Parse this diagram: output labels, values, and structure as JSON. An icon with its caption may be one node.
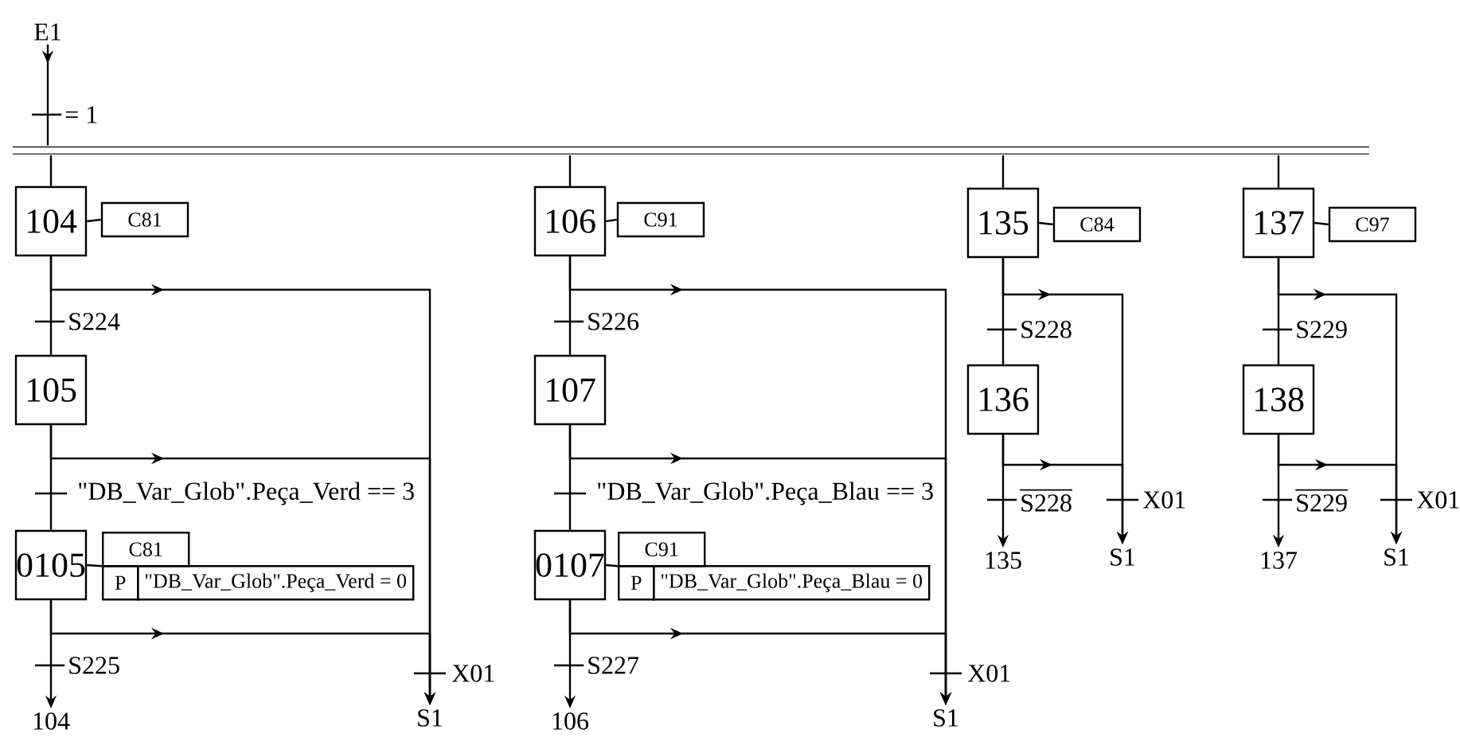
{
  "diagram": {
    "nodes": [
      {
        "text": [
          "E1"
        ]
      },
      {
        "text": [],
        "shape": "bar"
      },
      {
        "text": [
          "104"
        ]
      },
      {
        "text": [
          "C81"
        ]
      },
      {
        "text": [
          "105"
        ]
      },
      {
        "text": [
          "0105"
        ]
      },
      {
        "text": [
          "C81",
          "P",
          "\"DB_Var_Glob\".Peça_Verd = 0"
        ]
      },
      {
        "text": [
          "104"
        ]
      },
      {
        "text": [
          "S1"
        ]
      },
      {
        "text": [
          "106"
        ]
      },
      {
        "text": [
          "C91"
        ]
      },
      {
        "text": [
          "107"
        ]
      },
      {
        "text": [
          "0107"
        ]
      },
      {
        "text": [
          "C91",
          "P",
          "\"DB_Var_Glob\".Peça_Blau = 0"
        ]
      },
      {
        "text": [
          "106"
        ]
      },
      {
        "text": [
          "S1"
        ]
      },
      {
        "text": [
          "135"
        ]
      },
      {
        "text": [
          "C84"
        ]
      },
      {
        "text": [
          "136"
        ]
      },
      {
        "text": [
          "135"
        ]
      },
      {
        "text": [
          "S1"
        ]
      },
      {
        "text": [
          "137"
        ]
      },
      {
        "text": [
          "C97"
        ]
      },
      {
        "text": [
          "138"
        ]
      },
      {
        "text": [
          "137"
        ]
      },
      {
        "text": [
          "S1"
        ]
      }
    ],
    "edges": [
      {
        "from": 0,
        "to": 1,
        "arrow": "to",
        "label": "= 1"
      },
      {
        "from": 1,
        "to": 2,
        "arrow": "none"
      },
      {
        "from": 1,
        "to": 9,
        "arrow": "none"
      },
      {
        "from": 1,
        "to": 16,
        "arrow": "none"
      },
      {
        "from": 1,
        "to": 21,
        "arrow": "none"
      },
      {
        "from": 2,
        "to": 3,
        "arrow": "none"
      },
      {
        "from": 2,
        "to": 4,
        "arrow": "none",
        "label": "S224"
      },
      {
        "from": 4,
        "to": 5,
        "arrow": "none",
        "label": "\"DB_Var_Glob\".Peça_Verd == 3"
      },
      {
        "from": 5,
        "to": 6,
        "arrow": "none"
      },
      {
        "from": 5,
        "to": 7,
        "arrow": "to",
        "label": "S225"
      },
      {
        "from": 2,
        "to": 8,
        "arrow": "to"
      },
      {
        "from": 4,
        "to": 8,
        "arrow": "to"
      },
      {
        "from": 5,
        "to": 8,
        "arrow": "to",
        "label": "X01"
      },
      {
        "from": 9,
        "to": 10,
        "arrow": "none"
      },
      {
        "from": 9,
        "to": 11,
        "arrow": "none",
        "label": "S226"
      },
      {
        "from": 11,
        "to": 12,
        "arrow": "none",
        "label": "\"DB_Var_Glob\".Peça_Blau == 3"
      },
      {
        "from": 12,
        "to": 13,
        "arrow": "none"
      },
      {
        "from": 12,
        "to": 14,
        "arrow": "to",
        "label": "S227"
      },
      {
        "from": 9,
        "to": 15,
        "arrow": "to"
      },
      {
        "from": 11,
        "to": 15,
        "arrow": "to"
      },
      {
        "from": 12,
        "to": 15,
        "arrow": "to",
        "label": "X01"
      },
      {
        "from": 16,
        "to": 17,
        "arrow": "none"
      },
      {
        "from": 16,
        "to": 18,
        "arrow": "none",
        "label": "S228"
      },
      {
        "from": 18,
        "to": 19,
        "arrow": "to",
        "label": "S228"
      },
      {
        "from": 16,
        "to": 20,
        "arrow": "to"
      },
      {
        "from": 18,
        "to": 20,
        "arrow": "to",
        "label": "X01"
      },
      {
        "from": 21,
        "to": 22,
        "arrow": "none"
      },
      {
        "from": 21,
        "to": 23,
        "arrow": "none",
        "label": "S229"
      },
      {
        "from": 23,
        "to": 24,
        "arrow": "to",
        "label": "S229"
      },
      {
        "from": 21,
        "to": 25,
        "arrow": "to"
      },
      {
        "from": 23,
        "to": 25,
        "arrow": "to",
        "label": "X01"
      }
    ]
  }
}
